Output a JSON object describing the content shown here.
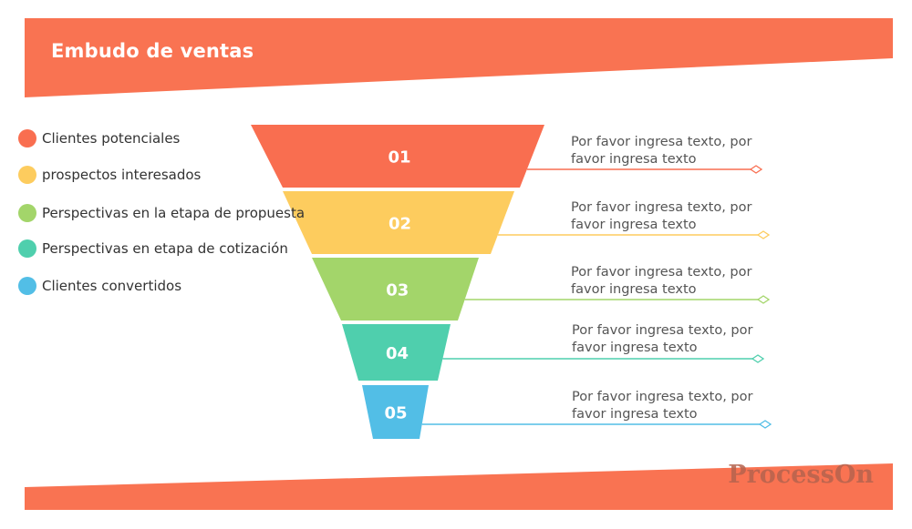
{
  "header": {
    "title": "Embudo de ventas",
    "color": "#f97352"
  },
  "footer": {
    "color": "#f97352"
  },
  "legend": [
    {
      "label": "Clientes potenciales",
      "color": "#f96e50"
    },
    {
      "label": "prospectos interesados",
      "color": "#fdcc5e"
    },
    {
      "label": "Perspectivas en la etapa de propuesta",
      "color": "#a3d56a"
    },
    {
      "label": "Perspectivas en etapa de cotización",
      "color": "#4fcfad"
    },
    {
      "label": "Clientes convertidos",
      "color": "#52bee6"
    }
  ],
  "funnel": [
    {
      "number": "01",
      "color": "#f96e50",
      "text": "Por favor ingresa texto, por favor ingresa texto"
    },
    {
      "number": "02",
      "color": "#fdcc5e",
      "text": "Por favor ingresa texto, por favor ingresa texto"
    },
    {
      "number": "03",
      "color": "#a3d56a",
      "text": "Por favor ingresa texto, por favor ingresa texto"
    },
    {
      "number": "04",
      "color": "#4fcfad",
      "text": "Por favor ingresa texto, por favor ingresa texto"
    },
    {
      "number": "05",
      "color": "#52bee6",
      "text": "Por favor ingresa texto, por favor ingresa texto"
    }
  ],
  "watermark": "ProcessOn"
}
